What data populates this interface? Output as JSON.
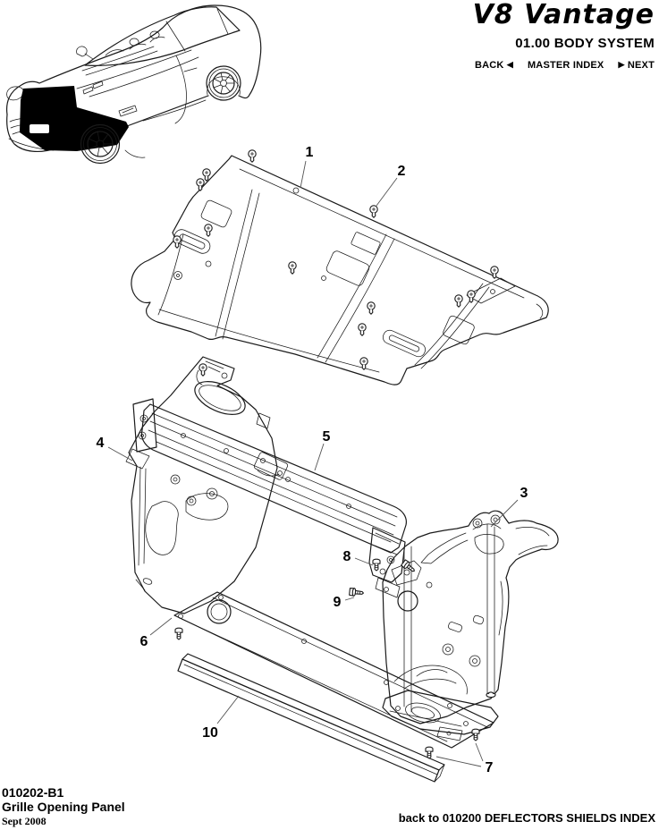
{
  "header": {
    "brand": "V8 Vantage",
    "section": "01.00 BODY SYSTEM",
    "nav": {
      "back": "BACK",
      "back_arrow": "◀",
      "master_index": "MASTER INDEX",
      "next_arrow": "▶",
      "next": "NEXT"
    }
  },
  "footer": {
    "doc_code": "010202-B1",
    "doc_title": "Grille Opening Panel",
    "date": "Sept 2008",
    "back_link": "back to 010200 DEFLECTORS SHIELDS INDEX"
  },
  "diagram": {
    "callouts": [
      {
        "label": "1"
      },
      {
        "label": "2"
      },
      {
        "label": "3"
      },
      {
        "label": "4"
      },
      {
        "label": "5"
      },
      {
        "label": "6"
      },
      {
        "label": "7"
      },
      {
        "label": "8"
      },
      {
        "label": "9"
      },
      {
        "label": "10"
      }
    ]
  },
  "colors": {
    "ink": "#1a1a1a",
    "paper": "#ffffff",
    "highlight": "#000000"
  }
}
